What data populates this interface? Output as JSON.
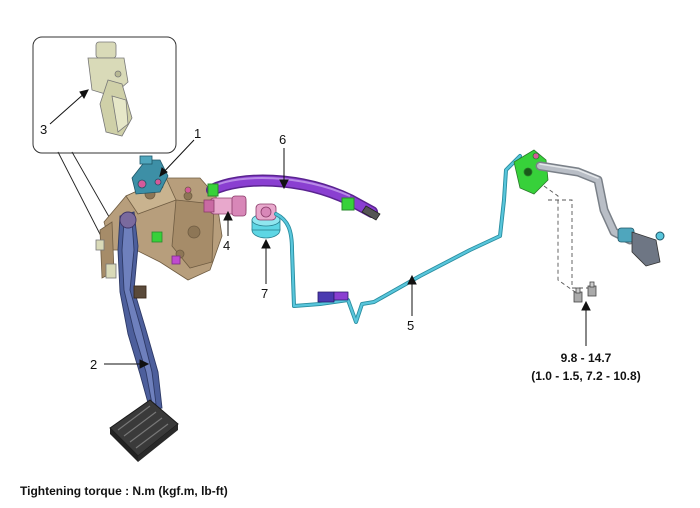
{
  "callouts": {
    "c1": "1",
    "c2": "2",
    "c3": "3",
    "c4": "4",
    "c5": "5",
    "c6": "6",
    "c7": "7"
  },
  "torque_spec": {
    "line1": "9.8 - 14.7",
    "line2": "(1.0 - 1.5, 7.2 - 10.8)"
  },
  "caption": "Tightening torque : N.m (kgf.m, lb-ft)",
  "colors": {
    "bracket": "#b79e7c",
    "bracket_dark": "#8d7656",
    "pedal_arm": "#4d5f9c",
    "pedal_arm_dark": "#2e3a66",
    "switch": "#3d8fa6",
    "hose_purple": "#8a3fd1",
    "pipe_cyan": "#58c6dc",
    "clamp_green": "#37d13a",
    "reservoir_cyan": "#5ed6e4",
    "grey_tube": "#b9bec6",
    "pad": "#3a3a3a",
    "inset_part": "#d9dab8"
  }
}
